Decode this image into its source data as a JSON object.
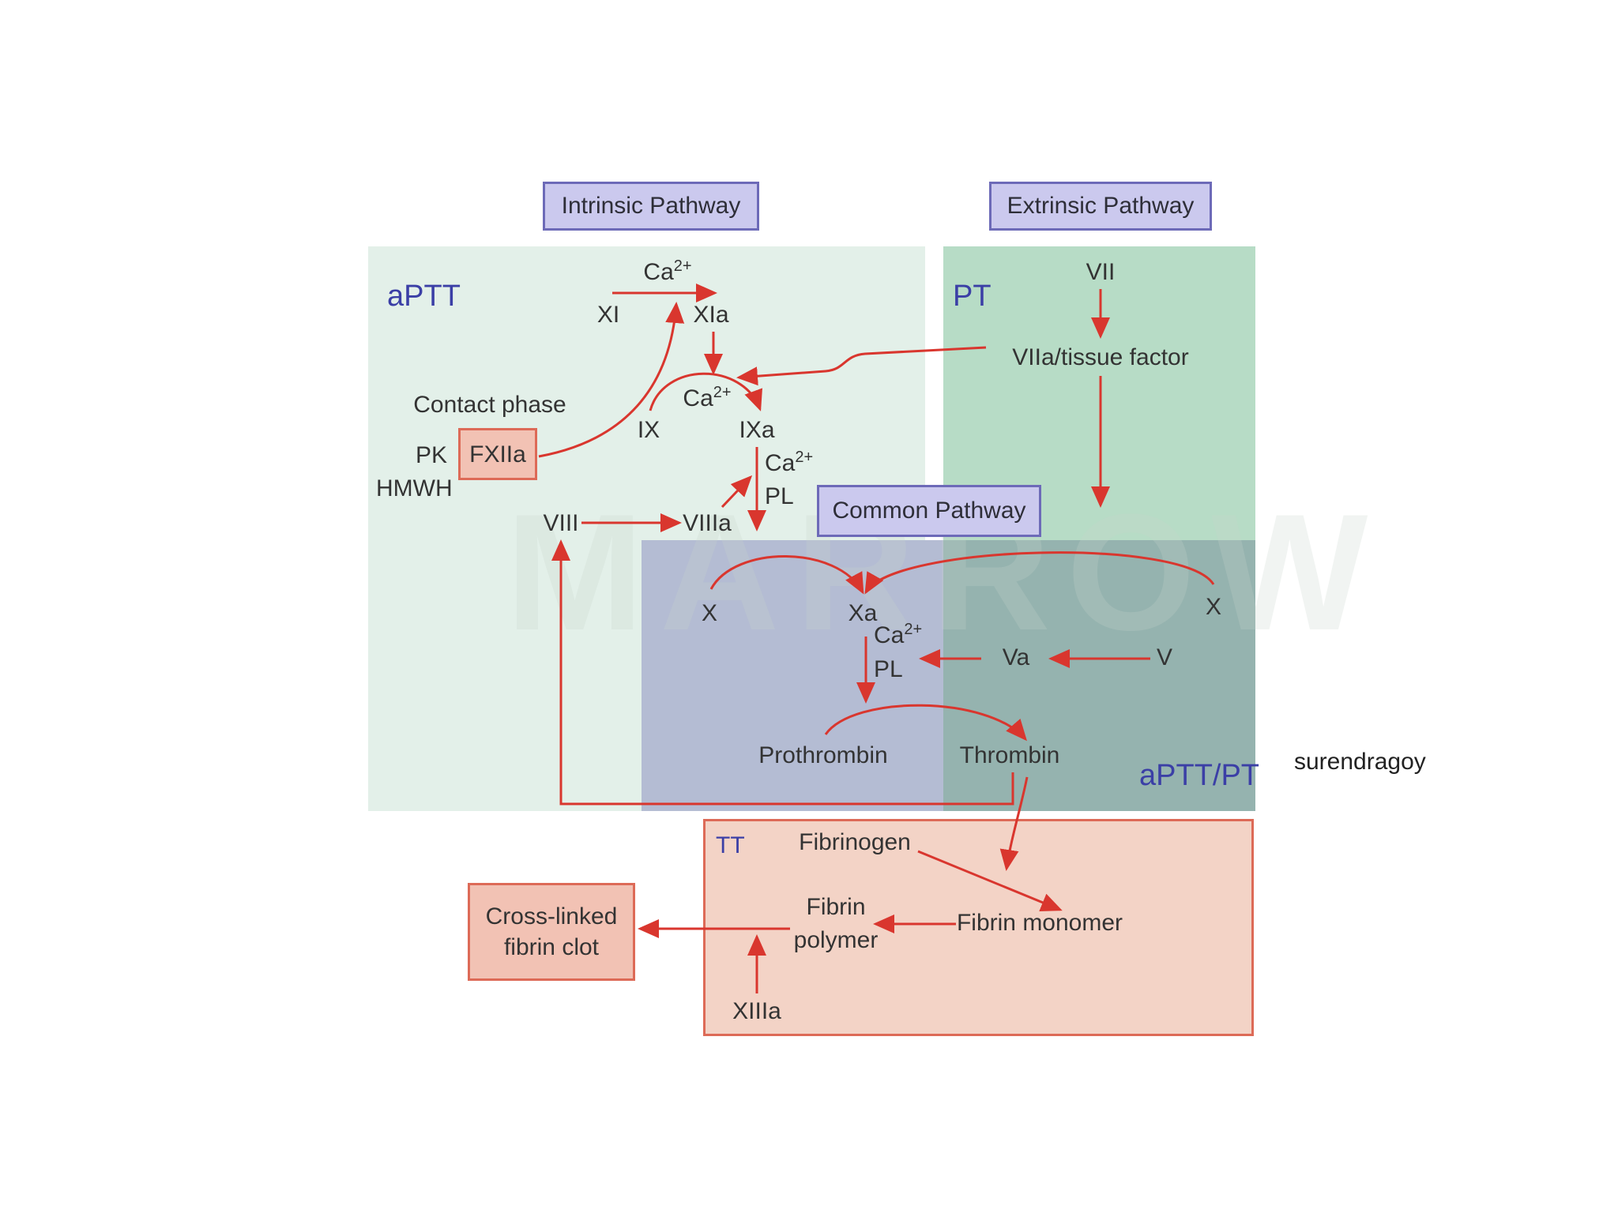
{
  "headers": {
    "intrinsic": "Intrinsic Pathway",
    "extrinsic": "Extrinsic Pathway",
    "common": "Common Pathway"
  },
  "zones": {
    "aptt": "aPTT",
    "pt": "PT",
    "aptt_pt": "aPTT/PT",
    "tt": "TT"
  },
  "nodes": {
    "ca_1": "Ca",
    "xi": "XI",
    "xia": "XIa",
    "ca_2": "Ca",
    "ix": "IX",
    "ixa": "IXa",
    "ca_3": "Ca",
    "pl_1": "PL",
    "contact_phase": "Contact phase",
    "pk": "PK",
    "fxiia": "FXIIa",
    "hmwh": "HMWH",
    "viii": "VIII",
    "viiia": "VIIIa",
    "vii": "VII",
    "viia_tf": "VIIa/tissue factor",
    "x_left": "X",
    "xa": "Xa",
    "x_right": "X",
    "ca_4": "Ca",
    "pl_2": "PL",
    "va": "Va",
    "v": "V",
    "prothrombin": "Prothrombin",
    "thrombin": "Thrombin",
    "fibrinogen": "Fibrinogen",
    "fibrin_monomer": "Fibrin monomer",
    "fibrin_polymer_1": "Fibrin",
    "fibrin_polymer_2": "polymer",
    "xiiia": "XIIIa",
    "clot_1": "Cross-linked",
    "clot_2": "fibrin clot"
  },
  "superscripts": {
    "ca_1": "2+",
    "ca_2": "2+",
    "ca_3": "2+",
    "ca_4": "2+"
  },
  "watermark": "MARROW",
  "credit": "surendragoy",
  "colors": {
    "intrinsic_zone": "#e3f0e9",
    "extrinsic_zone": "#b7dcc6",
    "common_zone": "#b4bcd3",
    "overlap_zone": "#95b3af",
    "tt_zone": "#f3d3c6",
    "arrow": "#d9362e",
    "header_fill": "#cbc9ee",
    "zone_label": "#3b3fa6"
  }
}
